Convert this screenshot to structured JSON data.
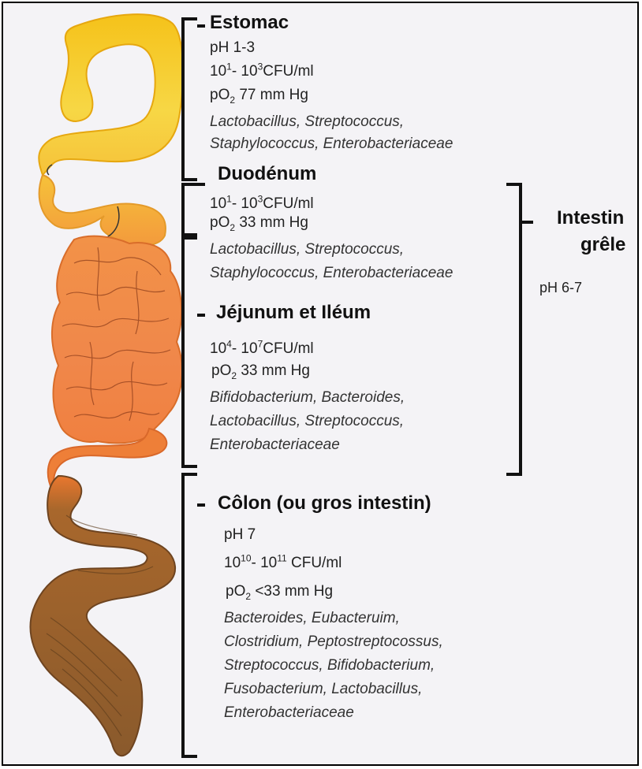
{
  "sections": {
    "estomac": {
      "title": "Estomac",
      "ph": "pH 1-3",
      "cfu": {
        "pre": "10",
        "a": "1",
        "mid": "- 10",
        "b": "3",
        "post": "CFU/ml"
      },
      "po2": {
        "pre": "pO",
        "sub": "2",
        "post": " 77 mm Hg"
      },
      "bacteria": [
        "Lactobacillus, Streptococcus,",
        "Staphylococcus, Enterobacteriaceae"
      ]
    },
    "duodenum": {
      "title": "Duodénum",
      "cfu": {
        "pre": "10",
        "a": "1",
        "mid": "- 10",
        "b": "3",
        "post": "CFU/ml"
      },
      "po2": {
        "pre": "pO",
        "sub": "2",
        "post": " 33 mm Hg"
      },
      "bacteria": [
        "Lactobacillus, Streptococcus,",
        "Staphylococcus, Enterobacteriaceae"
      ]
    },
    "jejunum": {
      "title": "Jéjunum et Iléum",
      "cfu": {
        "pre": "10",
        "a": "4",
        "mid": "- 10",
        "b": "7",
        "post": "CFU/ml"
      },
      "po2": {
        "pre": "pO",
        "sub": "2",
        "post": " 33 mm Hg"
      },
      "bacteria": [
        "Bifidobacterium, Bacteroides,",
        "Lactobacillus, Streptococcus,",
        "Enterobacteriaceae"
      ]
    },
    "colon": {
      "title": "Côlon (ou gros intestin)",
      "ph": "pH 7",
      "cfu": {
        "pre": "10",
        "a": "10",
        "mid": "- 10",
        "b": "11",
        "post": " CFU/ml"
      },
      "po2": {
        "pre": "pO",
        "sub": "2",
        "post": " <33 mm Hg"
      },
      "bacteria": [
        "Bacteroides, Eubacteruim,",
        "Clostridium, Peptostreptocossus,",
        "Streptococcus, Bifidobacterium,",
        "Fusobacterium, Lactobacillus,",
        "Enterobacteriaceae"
      ]
    }
  },
  "intestin_grele": {
    "line1": "Intestin",
    "line2": "grêle",
    "ph": "pH 6-7"
  },
  "colors": {
    "stomach": "#f7c82c",
    "small_intestine": "#f28a45",
    "colon": "#8b5a2b",
    "bracket": "#111111"
  }
}
